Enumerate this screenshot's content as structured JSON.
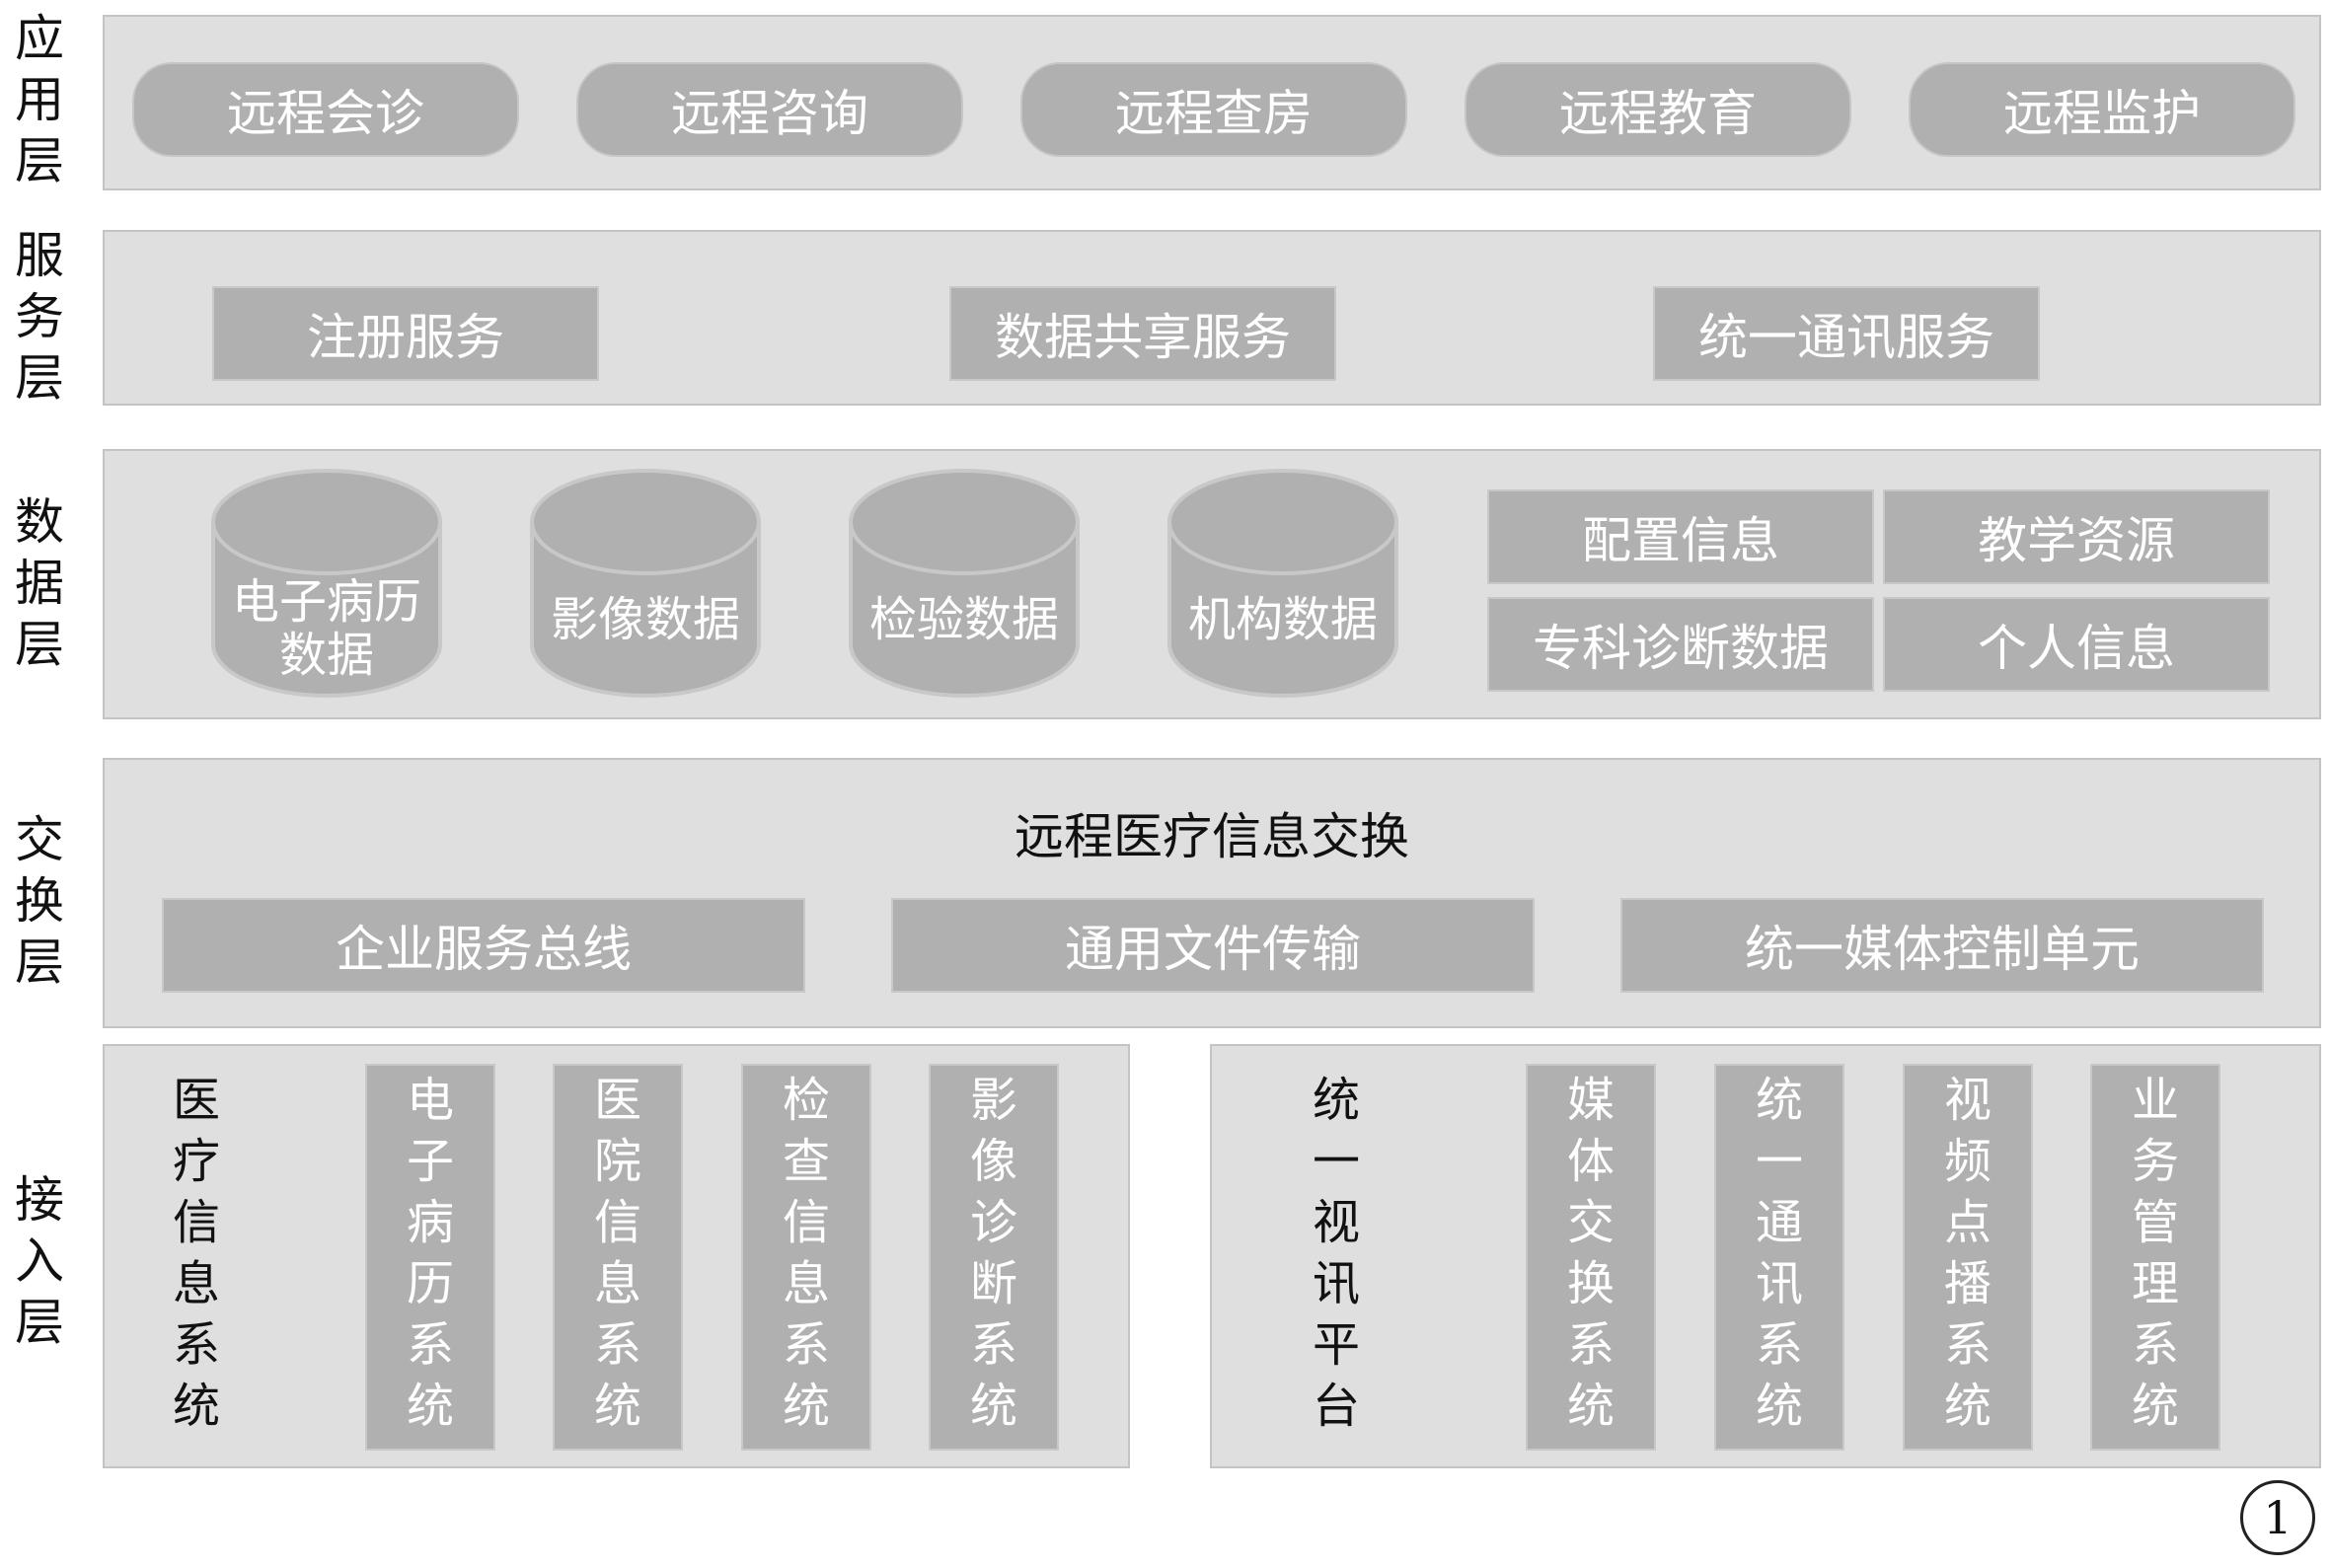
{
  "layers": {
    "application": {
      "label": [
        "应",
        "用",
        "层"
      ],
      "items": [
        "远程会诊",
        "远程咨询",
        "远程查房",
        "远程教育",
        "远程监护"
      ]
    },
    "service": {
      "label": [
        "服",
        "务",
        "层"
      ],
      "items": [
        "注册服务",
        "数据共享服务",
        "统一通讯服务"
      ]
    },
    "data": {
      "label": [
        "数",
        "据",
        "层"
      ],
      "databases": [
        {
          "line1": "电子病历",
          "line2": "数据"
        },
        {
          "line1": "影像数据",
          "line2": ""
        },
        {
          "line1": "检验数据",
          "line2": ""
        },
        {
          "line1": "机构数据",
          "line2": ""
        }
      ],
      "grid": [
        "配置信息",
        "教学资源",
        "专科诊断数据",
        "个人信息"
      ]
    },
    "exchange": {
      "label": [
        "交",
        "换",
        "层"
      ],
      "title": "远程医疗信息交换",
      "items": [
        "企业服务总线",
        "通用文件传输",
        "统一媒体控制单元"
      ]
    },
    "access": {
      "label": [
        "接",
        "入",
        "层"
      ],
      "left_group": {
        "title": [
          "医",
          "疗",
          "信",
          "息",
          "系",
          "统"
        ],
        "columns": [
          [
            "电",
            "子",
            "病",
            "历",
            "系",
            "统"
          ],
          [
            "医",
            "院",
            "信",
            "息",
            "系",
            "统"
          ],
          [
            "检",
            "查",
            "信",
            "息",
            "系",
            "统"
          ],
          [
            "影",
            "像",
            "诊",
            "断",
            "系",
            "统"
          ]
        ]
      },
      "right_group": {
        "title": [
          "统",
          "一",
          "视",
          "讯",
          "平",
          "台"
        ],
        "columns": [
          [
            "媒",
            "体",
            "交",
            "换",
            "系",
            "统"
          ],
          [
            "统",
            "一",
            "通",
            "讯",
            "系",
            "统"
          ],
          [
            "视",
            "频",
            "点",
            "播",
            "系",
            "统"
          ],
          [
            "业",
            "务",
            "管",
            "理",
            "系",
            "统"
          ]
        ]
      }
    }
  },
  "figure_number": "1"
}
